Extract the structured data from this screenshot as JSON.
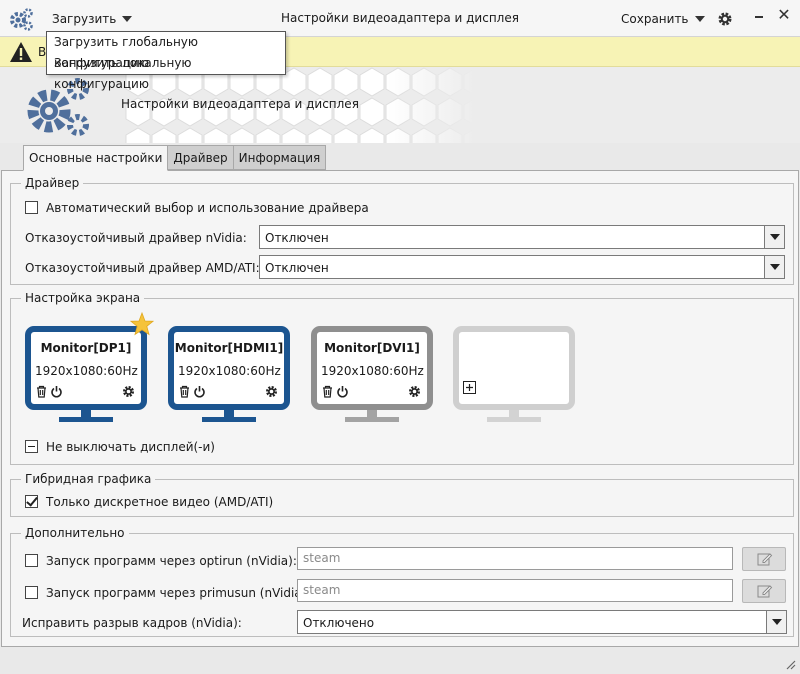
{
  "titlebar": {
    "load_label": "Загрузить",
    "title": "Настройки видеоадаптера и дисплея",
    "save_label": "Сохранить"
  },
  "load_menu": {
    "items": [
      "Загрузить глобальную конфигурацию",
      "Загрузить локальную конфигурацию"
    ]
  },
  "banner": {
    "visible_text": "В",
    "icon": "warning-icon",
    "color": "#f7f3b5"
  },
  "header": {
    "title": "Настройки видеоадаптера и дисплея"
  },
  "tabs": [
    {
      "label": "Основные настройки",
      "active": true
    },
    {
      "label": "Драйвер",
      "active": false
    },
    {
      "label": "Информация",
      "active": false
    }
  ],
  "driver_group": {
    "title": "Драйвер",
    "auto_driver": {
      "label": "Автоматический выбор и использование драйвера",
      "checked": false
    },
    "nvidia_fallback": {
      "label": "Отказоустойчивый драйвер nVidia:",
      "value": "Отключен"
    },
    "amd_fallback": {
      "label": "Отказоустойчивый драйвер AMD/ATI:",
      "value": "Отключен"
    }
  },
  "screen_group": {
    "title": "Настройка экрана",
    "monitors": [
      {
        "name": "Monitor[DP1]",
        "resolution": "1920x1080:60Hz",
        "primary": true,
        "color": "#1c5590"
      },
      {
        "name": "Monitor[HDMI1]",
        "resolution": "1920x1080:60Hz",
        "primary": false,
        "color": "#1c5590"
      },
      {
        "name": "Monitor[DVI1]",
        "resolution": "1920x1080:60Hz",
        "primary": false,
        "color": "#8f8f8f"
      }
    ],
    "keep_display_on": {
      "label": "Не выключать дисплей(-и)",
      "state": "partial"
    }
  },
  "hybrid_group": {
    "title": "Гибридная графика",
    "discrete_only": {
      "label": "Только дискретное видео (AMD/ATI)",
      "checked": true
    }
  },
  "extra_group": {
    "title": "Дополнительно",
    "optirun": {
      "label": "Запуск программ через optirun (nVidia):",
      "checked": false,
      "placeholder": "steam"
    },
    "primusun": {
      "label": "Запуск программ через primusun (nVidia):",
      "checked": false,
      "placeholder": "steam"
    },
    "tearing": {
      "label": "Исправить разрыв кадров (nVidia):",
      "value": "Отключено"
    }
  }
}
